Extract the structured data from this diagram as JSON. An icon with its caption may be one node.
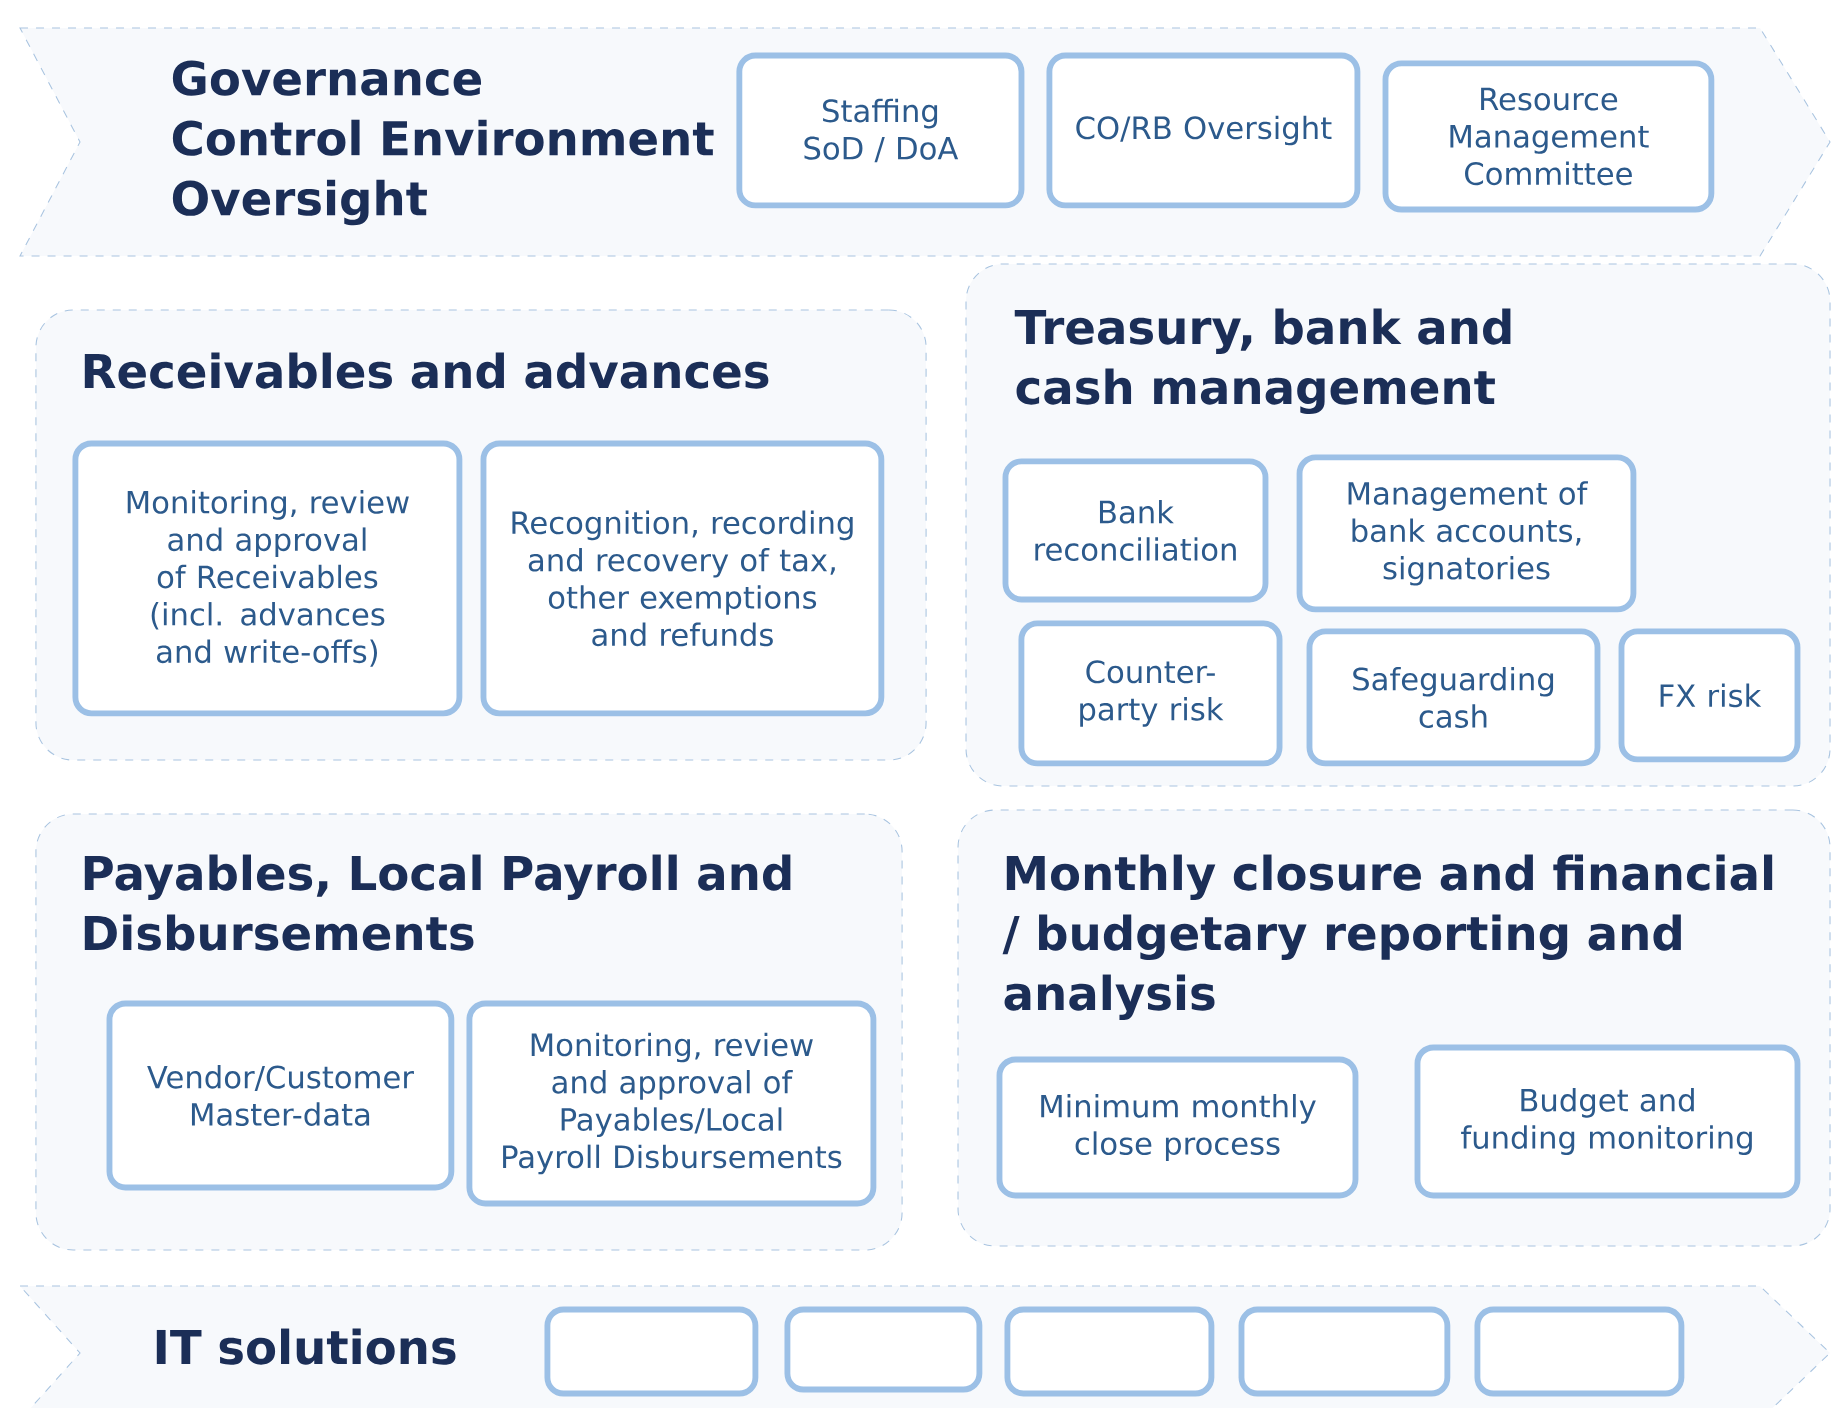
{
  "diagram": {
    "nodes": [
      {
        "text": [
          "Governance",
          "Control Environment",
          "Oversight"
        ]
      },
      {
        "text": [
          "Staffing SoD / DoA"
        ],
        "in": 0
      },
      {
        "text": [
          "CO/RB Oversight"
        ],
        "in": 0
      },
      {
        "text": [
          "Resource Management Committee"
        ],
        "in": 0
      },
      {
        "text": [
          "Receivables and advances"
        ]
      },
      {
        "text": [
          "Monitoring, review and approval of Receivables (incl. advances and write-offs)"
        ],
        "in": 4
      },
      {
        "text": [
          "Recognition, recording and recovery of tax, other exemptions and refunds"
        ],
        "in": 4
      },
      {
        "text": [
          "Treasury, bank and cash management"
        ]
      },
      {
        "text": [
          "Bank reconciliation"
        ],
        "in": 7
      },
      {
        "text": [
          "Management of bank accounts, signatories"
        ],
        "in": 7
      },
      {
        "text": [
          "Counter-party risk"
        ],
        "in": 7
      },
      {
        "text": [
          "Safeguarding cash"
        ],
        "in": 7
      },
      {
        "text": [
          "FX risk"
        ],
        "in": 7
      },
      {
        "text": [
          "Payables, Local Payroll and Disbursements"
        ]
      },
      {
        "text": [
          "Vendor/Customer Master-data"
        ],
        "in": 13
      },
      {
        "text": [
          "Monitoring, review and approval of Payables/Local Payroll Disbursements"
        ],
        "in": 13
      },
      {
        "text": [
          "Monthly closure and financial / budgetary reporting and analysis"
        ]
      },
      {
        "text": [
          "Minimum monthly close process"
        ],
        "in": 16
      },
      {
        "text": [
          "Budget and funding monitoring"
        ],
        "in": 16
      },
      {
        "text": [
          "IT solutions"
        ]
      },
      {
        "text": [],
        "shape": "box",
        "in": 19
      },
      {
        "text": [],
        "shape": "box",
        "in": 19
      },
      {
        "text": [],
        "shape": "box",
        "in": 19
      },
      {
        "text": [],
        "shape": "box",
        "in": 19
      },
      {
        "text": [],
        "shape": "box",
        "in": 19
      }
    ]
  }
}
